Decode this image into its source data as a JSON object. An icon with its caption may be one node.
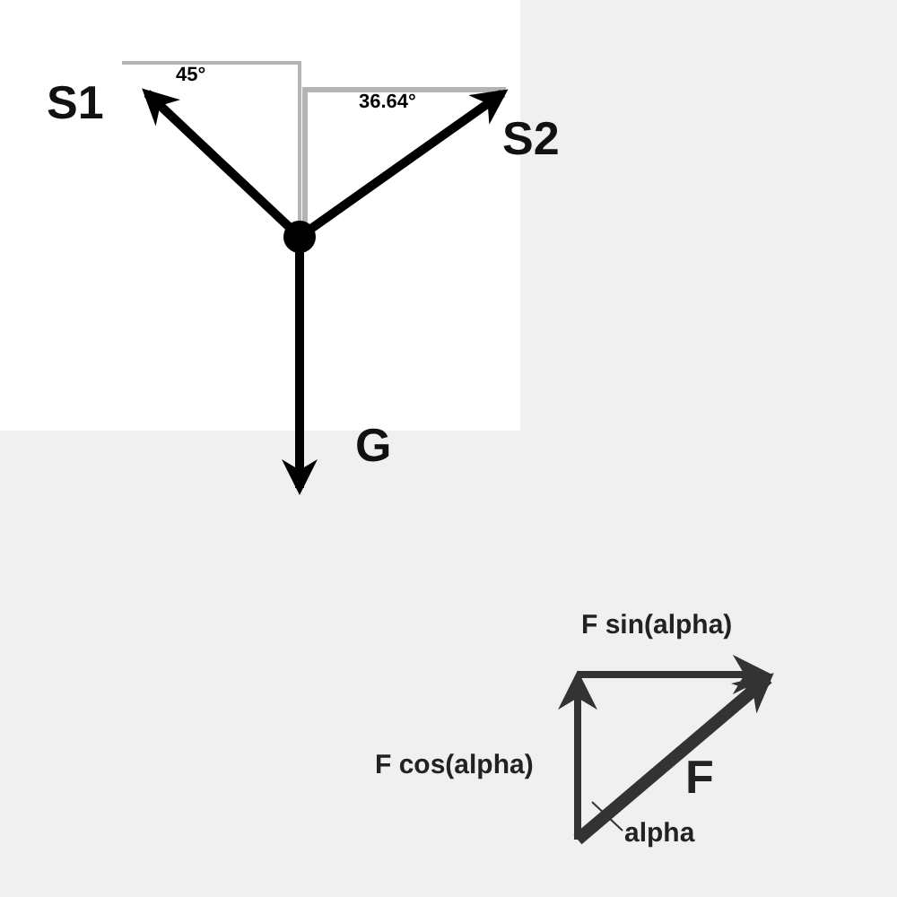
{
  "diagram": {
    "labels": [
      "45°",
      "36.64°",
      "S1",
      "S2",
      "G",
      "F sin(alpha)",
      "F cos(alpha)",
      "F",
      "alpha"
    ]
  }
}
